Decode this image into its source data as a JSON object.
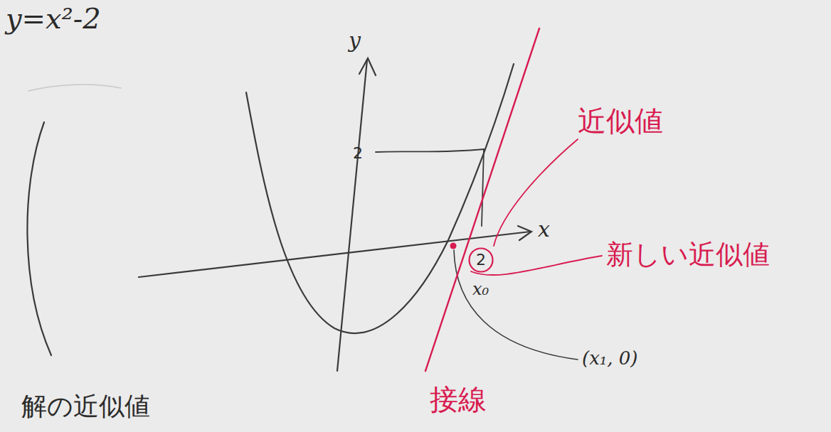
{
  "diagram": {
    "nodes": [
      {
        "text": [
          "2"
        ]
      }
    ],
    "labels": [
      "y=x²-2",
      "y",
      "x",
      "2",
      "x₀",
      "(x₁, 0)",
      "近似値",
      "新しい近似値",
      "接線",
      "解の近似値"
    ]
  }
}
